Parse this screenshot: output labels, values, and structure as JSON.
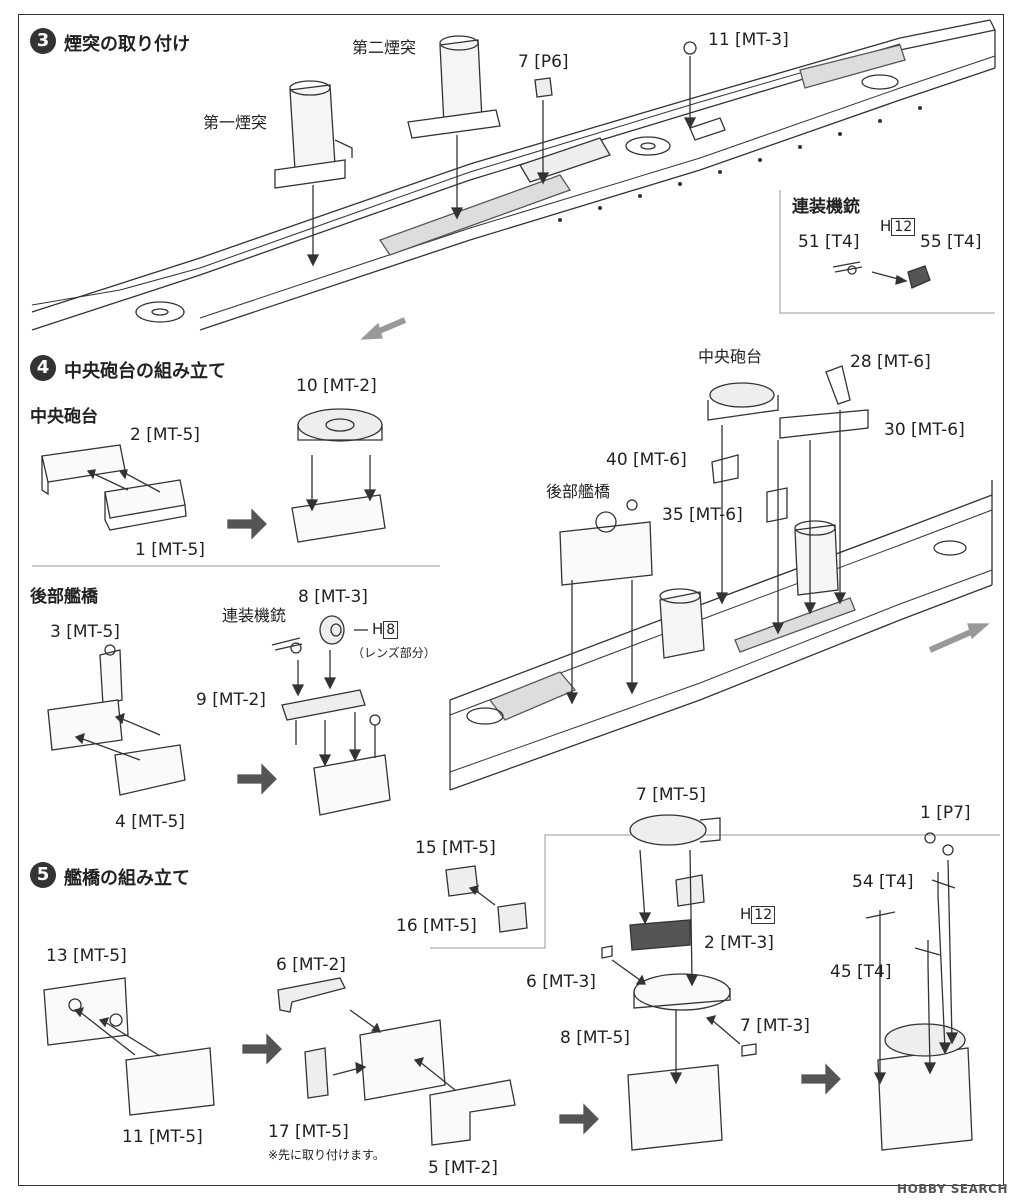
{
  "step3": {
    "number": "3",
    "title": "煙突の取り付け",
    "labels": {
      "funnel1": "第一煙突",
      "funnel2": "第二煙突",
      "p6": "7 [P6]",
      "mt3_11": "11 [MT-3]"
    },
    "inset": {
      "title": "連装機銃",
      "h_prefix": "H",
      "h_num": "12",
      "part_a": "51 [T4]",
      "part_b": "55 [T4]"
    }
  },
  "step4": {
    "number": "4",
    "title": "中央砲台の組み立て",
    "central": {
      "subtitle": "中央砲台",
      "p2": "2 [MT-5]",
      "p1": "1 [MT-5]",
      "p10": "10 [MT-2]"
    },
    "rear": {
      "subtitle": "後部艦橋",
      "p3": "3 [MT-5]",
      "p4": "4 [MT-5]",
      "gun": "連装機銃",
      "p8": "8 [MT-3]",
      "h_prefix": "H",
      "h_num": "8",
      "lens": "（レンズ部分）",
      "p9": "9 [MT-2]"
    },
    "hull": {
      "central_label": "中央砲台",
      "rear_label": "後部艦橋",
      "p28": "28 [MT-6]",
      "p30": "30 [MT-6]",
      "p40": "40 [MT-6]",
      "p35": "35 [MT-6]"
    }
  },
  "step5": {
    "number": "5",
    "title": "艦橋の組み立て",
    "p15": "15 [MT-5]",
    "p16": "16 [MT-5]",
    "p13": "13 [MT-5]",
    "p11": "11 [MT-5]",
    "p6": "6 [MT-2]",
    "p17": "17 [MT-5]",
    "note": "※先に取り付けます。",
    "p5": "5 [MT-2]",
    "p7_5": "7 [MT-5]",
    "h_prefix": "H",
    "h_num": "12",
    "p2_3": "2 [MT-3]",
    "p6_3": "6 [MT-3]",
    "p8_5": "8 [MT-5]",
    "p7_3": "7 [MT-3]",
    "p1_7": "1 [P7]",
    "p54": "54 [T4]",
    "p45": "45 [T4]"
  },
  "watermark": "HOBBY SEARCH"
}
